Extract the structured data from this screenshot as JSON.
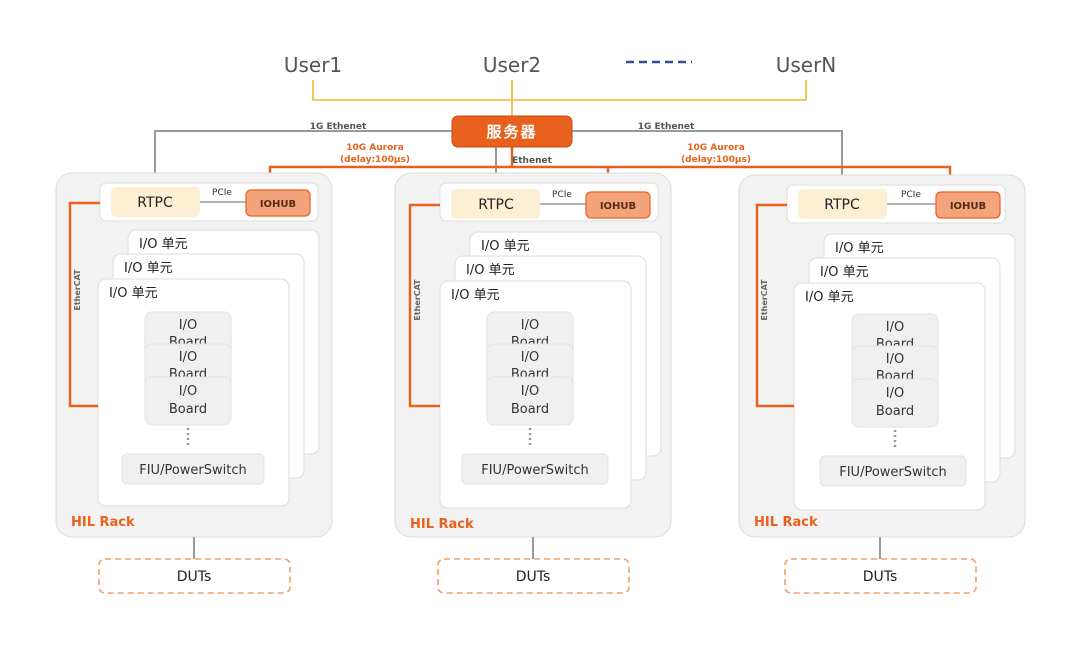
{
  "users": [
    "User1",
    "User2",
    "UserN"
  ],
  "user_dashes": "------",
  "server": {
    "label": "服务器"
  },
  "network": {
    "left_1g": "1G Ethenet",
    "right_1g": "1G Ethenet",
    "center_ethenet": "Ethenet",
    "aurora_left_line1": "10G Aurora",
    "aurora_left_line2": "(delay:100μs)",
    "aurora_right_line1": "10G Aurora",
    "aurora_right_line2": "(delay:100μs)"
  },
  "rack_labels": {
    "rtpc": "RTPC",
    "pcie": "PCIe",
    "iohub": "IOHUB",
    "io_unit": "I/O 单元",
    "io_board_line1": "I/O",
    "io_board_line2": "Board",
    "fiu": "FIU/PowerSwitch",
    "ethercat": "EtherCAT",
    "rack_title": "HIL Rack",
    "duts": "DUTs",
    "dots": "⋮"
  },
  "colors": {
    "orange": "#e8601c",
    "server_fill": "#e8601c",
    "user_bus": "#f2b731",
    "grey_line": "#9a9a9a",
    "rack_bg": "#f2f2f2",
    "rtpc_fill": "#fdefd3",
    "iohub_fill": "#f4a47c",
    "dash_blue": "#2f4f9a"
  }
}
